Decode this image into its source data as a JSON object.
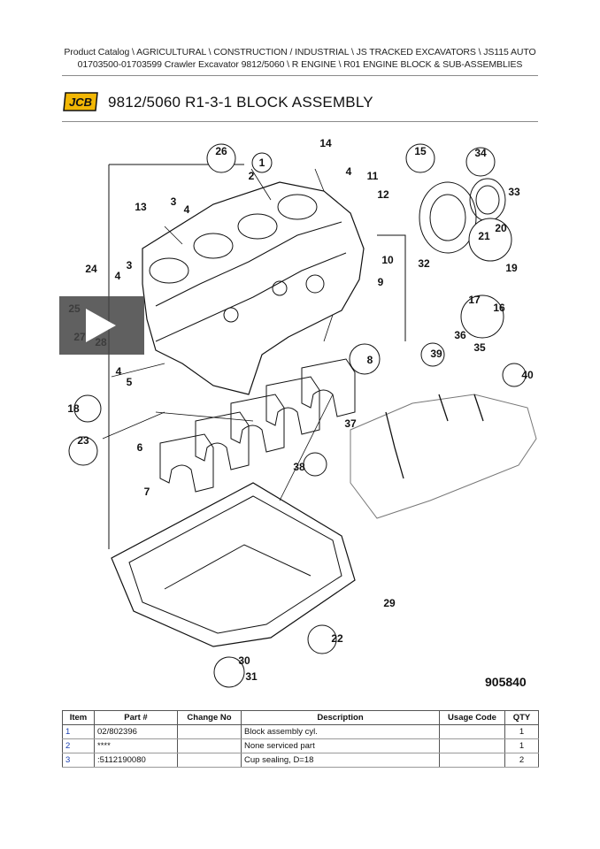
{
  "breadcrumb": {
    "line1": "Product Catalog \\ AGRICULTURAL \\ CONSTRUCTION / INDUSTRIAL \\ JS TRACKED EXCAVATORS \\ JS115 AUTO",
    "line2": "01703500-01703599 Crawler Excavator 9812/5060 \\ R ENGINE \\ R01 ENGINE BLOCK & SUB-ASSEMBLIES"
  },
  "logo": {
    "text": "JCB",
    "color_fill": "#f2b705"
  },
  "page_title": "9812/5060 R1-3-1 BLOCK ASSEMBLY",
  "figure": {
    "number": "905840",
    "callouts": [
      "1",
      "2",
      "3",
      "4",
      "5",
      "6",
      "7",
      "8",
      "9",
      "10",
      "11",
      "12",
      "13",
      "14",
      "15",
      "16",
      "17",
      "18",
      "19",
      "20",
      "21",
      "22",
      "23",
      "24",
      "25",
      "26",
      "27",
      "28",
      "29",
      "30",
      "31",
      "32",
      "33",
      "34",
      "35",
      "36",
      "37",
      "38",
      "39",
      "40"
    ],
    "video_icon": "play-icon"
  },
  "table": {
    "headers": [
      "Item",
      "Part #",
      "Change No",
      "Description",
      "Usage Code",
      "QTY"
    ],
    "rows": [
      {
        "item": "1",
        "part": "02/802396",
        "change": "",
        "desc": "Block assembly cyl.",
        "usage": "",
        "qty": "1"
      },
      {
        "item": "2",
        "part": "****",
        "change": "",
        "desc": "None serviced part",
        "usage": "",
        "qty": "1"
      },
      {
        "item": "3",
        "part": ":5112190080",
        "change": "",
        "desc": "Cup sealing, D=18",
        "usage": "",
        "qty": "2"
      }
    ]
  }
}
